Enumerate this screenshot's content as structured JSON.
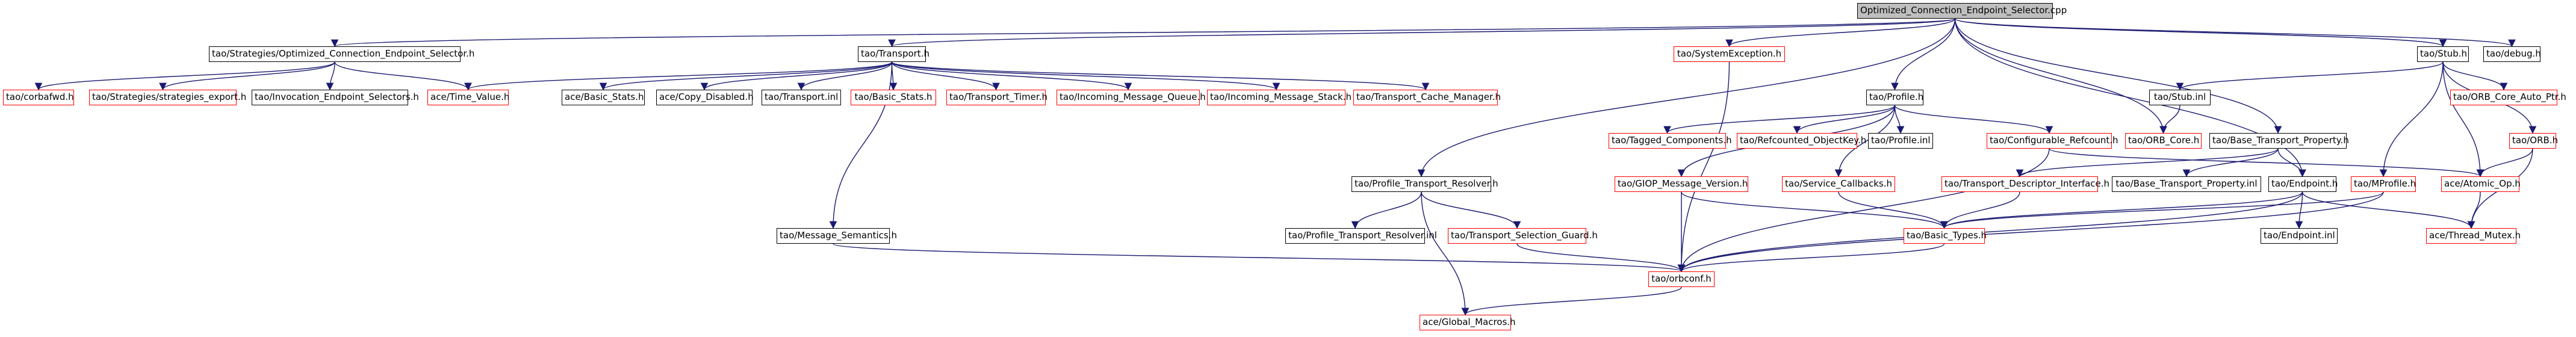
{
  "graph": {
    "edge_color": "#191970",
    "node_border_external": "#ff0000",
    "node_border_documented": "#000000",
    "root_fill": "#bfbfbf",
    "nodes": [
      {
        "id": "root",
        "label": "Optimized_Connection_Endpoint_Selector.cpp",
        "kind": "root"
      },
      {
        "id": "ocs_h",
        "label": "tao/Strategies/Optimized_Connection_Endpoint_Selector.h",
        "kind": "black"
      },
      {
        "id": "transport_h",
        "label": "tao/Transport.h",
        "kind": "black"
      },
      {
        "id": "sysexc_h",
        "label": "tao/SystemException.h",
        "kind": "red"
      },
      {
        "id": "stub_h",
        "label": "tao/Stub.h",
        "kind": "black"
      },
      {
        "id": "debug_h",
        "label": "tao/debug.h",
        "kind": "black"
      },
      {
        "id": "corbafwd_h",
        "label": "tao/corbafwd.h",
        "kind": "red"
      },
      {
        "id": "strat_export_h",
        "label": "tao/Strategies/strategies_export.h",
        "kind": "red"
      },
      {
        "id": "iesel_h",
        "label": "tao/Invocation_Endpoint_Selectors.h",
        "kind": "black"
      },
      {
        "id": "time_value_h",
        "label": "ace/Time_Value.h",
        "kind": "red"
      },
      {
        "id": "ace_basic_stats_h",
        "label": "ace/Basic_Stats.h",
        "kind": "black"
      },
      {
        "id": "ace_copy_disabled_h",
        "label": "ace/Copy_Disabled.h",
        "kind": "black"
      },
      {
        "id": "transport_inl",
        "label": "tao/Transport.inl",
        "kind": "black"
      },
      {
        "id": "tao_basic_stats_h",
        "label": "tao/Basic_Stats.h",
        "kind": "red"
      },
      {
        "id": "transport_timer_h",
        "label": "tao/Transport_Timer.h",
        "kind": "red"
      },
      {
        "id": "in_msg_queue_h",
        "label": "tao/Incoming_Message_Queue.h",
        "kind": "red"
      },
      {
        "id": "in_msg_stack_h",
        "label": "tao/Incoming_Message_Stack.h",
        "kind": "red"
      },
      {
        "id": "tcm_h",
        "label": "tao/Transport_Cache_Manager.h",
        "kind": "red"
      },
      {
        "id": "stub_inl",
        "label": "tao/Stub.inl",
        "kind": "black"
      },
      {
        "id": "orb_core_auto_ptr_h",
        "label": "tao/ORB_Core_Auto_Ptr.h",
        "kind": "red"
      },
      {
        "id": "profile_h",
        "label": "tao/Profile.h",
        "kind": "black"
      },
      {
        "id": "orb_core_h",
        "label": "tao/ORB_Core.h",
        "kind": "red"
      },
      {
        "id": "orb_h",
        "label": "tao/ORB.h",
        "kind": "red"
      },
      {
        "id": "tagged_comp_h",
        "label": "tao/Tagged_Components.h",
        "kind": "red"
      },
      {
        "id": "refcount_objkey_h",
        "label": "tao/Refcounted_ObjectKey.h",
        "kind": "red"
      },
      {
        "id": "profile_inl",
        "label": "tao/Profile.inl",
        "kind": "black"
      },
      {
        "id": "config_refcount_h",
        "label": "tao/Configurable_Refcount.h",
        "kind": "red"
      },
      {
        "id": "base_tp_h",
        "label": "tao/Base_Transport_Property.h",
        "kind": "black"
      },
      {
        "id": "ptr_h",
        "label": "tao/Profile_Transport_Resolver.h",
        "kind": "black"
      },
      {
        "id": "giop_mv_h",
        "label": "tao/GIOP_Message_Version.h",
        "kind": "red"
      },
      {
        "id": "service_cb_h",
        "label": "tao/Service_Callbacks.h",
        "kind": "red"
      },
      {
        "id": "tdi_h",
        "label": "tao/Transport_Descriptor_Interface.h",
        "kind": "red"
      },
      {
        "id": "base_tp_inl",
        "label": "tao/Base_Transport_Property.inl",
        "kind": "black"
      },
      {
        "id": "endpoint_h",
        "label": "tao/Endpoint.h",
        "kind": "black"
      },
      {
        "id": "mprofile_h",
        "label": "tao/MProfile.h",
        "kind": "red"
      },
      {
        "id": "atomic_op_h",
        "label": "ace/Atomic_Op.h",
        "kind": "red"
      },
      {
        "id": "msg_semantics_h",
        "label": "tao/Message_Semantics.h",
        "kind": "black"
      },
      {
        "id": "ptr_inl",
        "label": "tao/Profile_Transport_Resolver.inl",
        "kind": "black"
      },
      {
        "id": "tsg_h",
        "label": "tao/Transport_Selection_Guard.h",
        "kind": "red"
      },
      {
        "id": "basic_types_h",
        "label": "tao/Basic_Types.h",
        "kind": "red"
      },
      {
        "id": "endpoint_inl",
        "label": "tao/Endpoint.inl",
        "kind": "black"
      },
      {
        "id": "thread_mutex_h",
        "label": "ace/Thread_Mutex.h",
        "kind": "red"
      },
      {
        "id": "orbconf_h",
        "label": "tao/orbconf.h",
        "kind": "red"
      },
      {
        "id": "global_macros_h",
        "label": "ace/Global_Macros.h",
        "kind": "red"
      }
    ],
    "edges": [
      [
        "root",
        "ocs_h"
      ],
      [
        "root",
        "transport_h"
      ],
      [
        "root",
        "sysexc_h"
      ],
      [
        "root",
        "stub_h"
      ],
      [
        "root",
        "debug_h"
      ],
      [
        "root",
        "profile_h"
      ],
      [
        "root",
        "orb_core_h"
      ],
      [
        "root",
        "base_tp_h"
      ],
      [
        "root",
        "ptr_h"
      ],
      [
        "root",
        "endpoint_h"
      ],
      [
        "ocs_h",
        "corbafwd_h"
      ],
      [
        "ocs_h",
        "strat_export_h"
      ],
      [
        "ocs_h",
        "iesel_h"
      ],
      [
        "ocs_h",
        "time_value_h"
      ],
      [
        "transport_h",
        "time_value_h"
      ],
      [
        "transport_h",
        "ace_basic_stats_h"
      ],
      [
        "transport_h",
        "ace_copy_disabled_h"
      ],
      [
        "transport_h",
        "transport_inl"
      ],
      [
        "transport_h",
        "tao_basic_stats_h"
      ],
      [
        "transport_h",
        "transport_timer_h"
      ],
      [
        "transport_h",
        "in_msg_queue_h"
      ],
      [
        "transport_h",
        "in_msg_stack_h"
      ],
      [
        "transport_h",
        "tcm_h"
      ],
      [
        "transport_h",
        "msg_semantics_h"
      ],
      [
        "sysexc_h",
        "orbconf_h"
      ],
      [
        "stub_h",
        "stub_inl"
      ],
      [
        "stub_h",
        "orb_core_auto_ptr_h"
      ],
      [
        "stub_h",
        "orb_h"
      ],
      [
        "stub_h",
        "mprofile_h"
      ],
      [
        "stub_h",
        "atomic_op_h"
      ],
      [
        "stub_inl",
        "orb_core_h"
      ],
      [
        "profile_h",
        "tagged_comp_h"
      ],
      [
        "profile_h",
        "refcount_objkey_h"
      ],
      [
        "profile_h",
        "profile_inl"
      ],
      [
        "profile_h",
        "config_refcount_h"
      ],
      [
        "profile_h",
        "giop_mv_h"
      ],
      [
        "profile_h",
        "service_cb_h"
      ],
      [
        "config_refcount_h",
        "atomic_op_h"
      ],
      [
        "config_refcount_h",
        "orbconf_h"
      ],
      [
        "orb_h",
        "atomic_op_h"
      ],
      [
        "orb_h",
        "thread_mutex_h"
      ],
      [
        "base_tp_h",
        "tdi_h"
      ],
      [
        "base_tp_h",
        "base_tp_inl"
      ],
      [
        "base_tp_h",
        "endpoint_h"
      ],
      [
        "ptr_h",
        "ptr_inl"
      ],
      [
        "ptr_h",
        "tsg_h"
      ],
      [
        "ptr_h",
        "global_macros_h"
      ],
      [
        "giop_mv_h",
        "orbconf_h"
      ],
      [
        "giop_mv_h",
        "basic_types_h"
      ],
      [
        "service_cb_h",
        "basic_types_h"
      ],
      [
        "tdi_h",
        "basic_types_h"
      ],
      [
        "endpoint_h",
        "basic_types_h"
      ],
      [
        "endpoint_h",
        "endpoint_inl"
      ],
      [
        "endpoint_h",
        "thread_mutex_h"
      ],
      [
        "endpoint_h",
        "orbconf_h"
      ],
      [
        "mprofile_h",
        "basic_types_h"
      ],
      [
        "mprofile_h",
        "orbconf_h"
      ],
      [
        "atomic_op_h",
        "thread_mutex_h"
      ],
      [
        "msg_semantics_h",
        "orbconf_h"
      ],
      [
        "tsg_h",
        "orbconf_h"
      ],
      [
        "basic_types_h",
        "orbconf_h"
      ],
      [
        "orbconf_h",
        "global_macros_h"
      ]
    ]
  }
}
